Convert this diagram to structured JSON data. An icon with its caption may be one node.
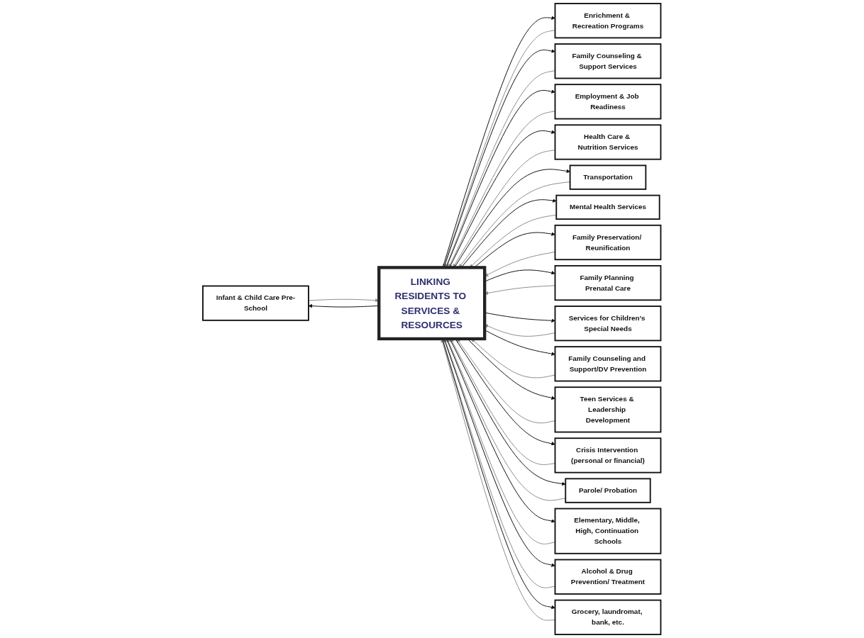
{
  "diagram": {
    "nodes": [
      {
        "text": [
          "Infant & Child Care Pre-School"
        ]
      },
      {
        "text": [
          "Enrichment & Recreation Programs"
        ]
      },
      {
        "text": [
          "Family Counseling & Support Services"
        ]
      },
      {
        "text": [
          "Employment & Job Readiness"
        ]
      },
      {
        "text": [
          "Health Care & Nutrition Services"
        ]
      },
      {
        "text": [
          "Transportation"
        ]
      },
      {
        "text": [
          "Mental Health Services"
        ]
      },
      {
        "text": [
          "Family Preservation/ Reunification"
        ]
      },
      {
        "text": [
          "LINKING RESIDENTS TO SERVICES & RESOURCES"
        ]
      },
      {
        "text": [
          "Family Planning Prenatal Care"
        ]
      },
      {
        "text": [
          "Services for Children’s Special Needs"
        ]
      },
      {
        "text": [
          "Family Counseling and Support/DV Prevention"
        ]
      },
      {
        "text": [
          "Teen Services & Leadership Development"
        ]
      },
      {
        "text": [
          "Crisis Intervention (personal or financial)"
        ]
      },
      {
        "text": [
          "Parole/ Probation"
        ]
      },
      {
        "text": [
          "Elementary, Middle, High, Continuation Schools"
        ]
      },
      {
        "text": [
          "Alcohol & Drug Prevention/ Treatment"
        ]
      },
      {
        "text": [
          "Grocery, laundromat, bank, etc."
        ]
      }
    ],
    "edges": [
      {
        "from": 0,
        "to": 8,
        "arrow": "to",
        "color": "#8c8c8c"
      },
      {
        "from": 8,
        "to": 0,
        "arrow": "to",
        "color": "#111111"
      },
      {
        "from": 1,
        "to": 8,
        "arrow": "to",
        "color": "#8c8c8c"
      },
      {
        "from": 8,
        "to": 1,
        "arrow": "to",
        "color": "#111111"
      },
      {
        "from": 2,
        "to": 8,
        "arrow": "to",
        "color": "#8c8c8c"
      },
      {
        "from": 8,
        "to": 2,
        "arrow": "to",
        "color": "#111111"
      },
      {
        "from": 3,
        "to": 8,
        "arrow": "to",
        "color": "#8c8c8c"
      },
      {
        "from": 8,
        "to": 3,
        "arrow": "to",
        "color": "#111111"
      },
      {
        "from": 4,
        "to": 8,
        "arrow": "to",
        "color": "#8c8c8c"
      },
      {
        "from": 8,
        "to": 4,
        "arrow": "to",
        "color": "#111111"
      },
      {
        "from": 5,
        "to": 8,
        "arrow": "to",
        "color": "#8c8c8c"
      },
      {
        "from": 8,
        "to": 5,
        "arrow": "to",
        "color": "#111111"
      },
      {
        "from": 6,
        "to": 8,
        "arrow": "to",
        "color": "#8c8c8c"
      },
      {
        "from": 8,
        "to": 6,
        "arrow": "to",
        "color": "#111111"
      },
      {
        "from": 7,
        "to": 8,
        "arrow": "to",
        "color": "#8c8c8c"
      },
      {
        "from": 8,
        "to": 7,
        "arrow": "to",
        "color": "#111111"
      },
      {
        "from": 9,
        "to": 8,
        "arrow": "to",
        "color": "#8c8c8c"
      },
      {
        "from": 8,
        "to": 9,
        "arrow": "to",
        "color": "#111111"
      },
      {
        "from": 10,
        "to": 8,
        "arrow": "to",
        "color": "#8c8c8c"
      },
      {
        "from": 8,
        "to": 10,
        "arrow": "to",
        "color": "#111111"
      },
      {
        "from": 11,
        "to": 8,
        "arrow": "to",
        "color": "#8c8c8c"
      },
      {
        "from": 8,
        "to": 11,
        "arrow": "to",
        "color": "#111111"
      },
      {
        "from": 12,
        "to": 8,
        "arrow": "to",
        "color": "#8c8c8c"
      },
      {
        "from": 8,
        "to": 12,
        "arrow": "to",
        "color": "#111111"
      },
      {
        "from": 13,
        "to": 8,
        "arrow": "to",
        "color": "#8c8c8c"
      },
      {
        "from": 8,
        "to": 13,
        "arrow": "to",
        "color": "#111111"
      },
      {
        "from": 14,
        "to": 8,
        "arrow": "to",
        "color": "#8c8c8c"
      },
      {
        "from": 8,
        "to": 14,
        "arrow": "to",
        "color": "#111111"
      },
      {
        "from": 15,
        "to": 8,
        "arrow": "to",
        "color": "#8c8c8c"
      },
      {
        "from": 8,
        "to": 15,
        "arrow": "to",
        "color": "#111111"
      },
      {
        "from": 16,
        "to": 8,
        "arrow": "to",
        "color": "#8c8c8c"
      },
      {
        "from": 8,
        "to": 16,
        "arrow": "to",
        "color": "#111111"
      },
      {
        "from": 17,
        "to": 8,
        "arrow": "to",
        "color": "#8c8c8c"
      },
      {
        "from": 8,
        "to": 17,
        "arrow": "to",
        "color": "#111111"
      }
    ]
  }
}
